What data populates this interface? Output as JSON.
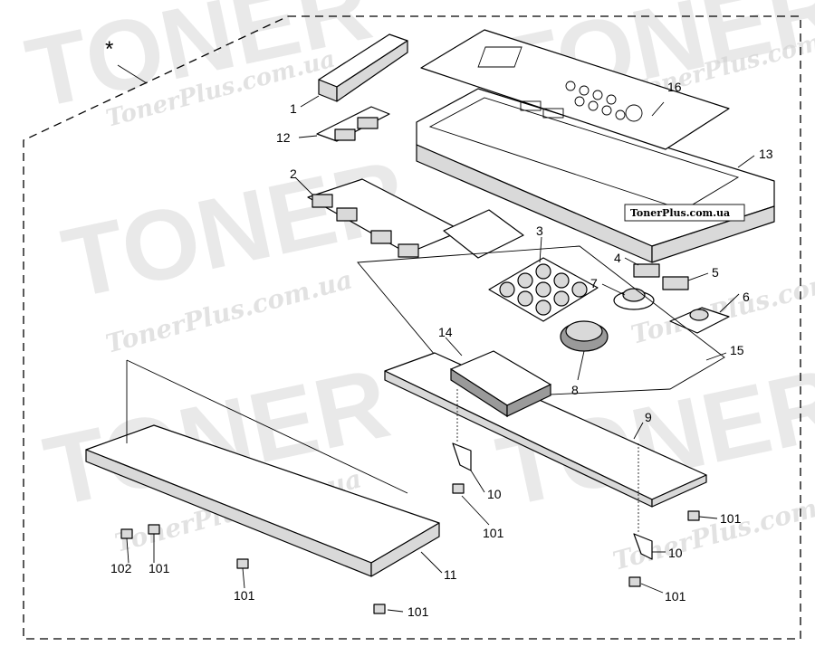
{
  "diagram": {
    "asterisk": "*",
    "callouts": [
      "1",
      "2",
      "3",
      "4",
      "5",
      "6",
      "7",
      "8",
      "9",
      "10",
      "10",
      "11",
      "12",
      "13",
      "14",
      "15",
      "16",
      "101",
      "101",
      "101",
      "101",
      "101",
      "101",
      "102"
    ],
    "panel_label": "TonerPlus.com.ua",
    "watermark": {
      "big": "TONER",
      "small": "TonerPlus.com.ua"
    }
  }
}
